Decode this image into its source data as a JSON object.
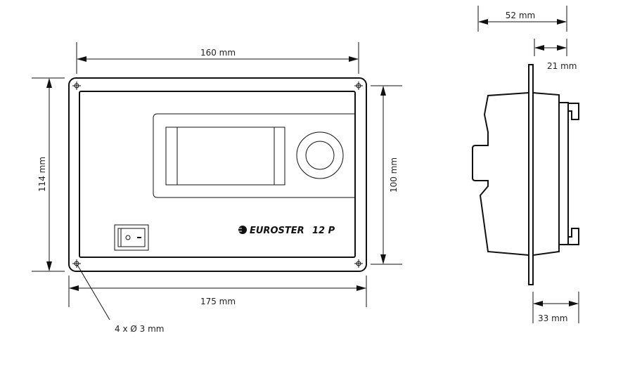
{
  "product": {
    "logo": "EUROSTER",
    "model": "12 P"
  },
  "dimensions": {
    "front_inner_width": "160 mm",
    "front_outer_width": "175 mm",
    "front_outer_height": "114 mm",
    "front_inner_height": "100 mm",
    "mounting_holes": "4 x Ø 3 mm",
    "side_total_depth": "52 mm",
    "side_rear_depth": "21 mm",
    "side_front_depth": "33 mm"
  },
  "switch": {
    "off_symbol": "O",
    "on_symbol": "-"
  }
}
